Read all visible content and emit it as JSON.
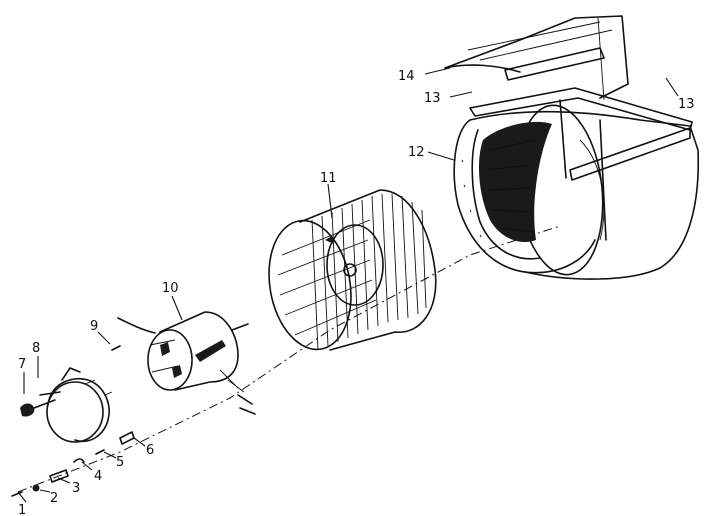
{
  "callouts": [
    {
      "id": "c1",
      "text": "1"
    },
    {
      "id": "c2",
      "text": "2"
    },
    {
      "id": "c3",
      "text": "3"
    },
    {
      "id": "c4",
      "text": "4"
    },
    {
      "id": "c5",
      "text": "5"
    },
    {
      "id": "c6",
      "text": "6"
    },
    {
      "id": "c7",
      "text": "7"
    },
    {
      "id": "c8",
      "text": "8"
    },
    {
      "id": "c9",
      "text": "9"
    },
    {
      "id": "c10",
      "text": "10"
    },
    {
      "id": "c11",
      "text": "11"
    },
    {
      "id": "c12",
      "text": "12"
    },
    {
      "id": "c13a",
      "text": "13"
    },
    {
      "id": "c13b",
      "text": "13"
    },
    {
      "id": "c14",
      "text": "14"
    }
  ]
}
